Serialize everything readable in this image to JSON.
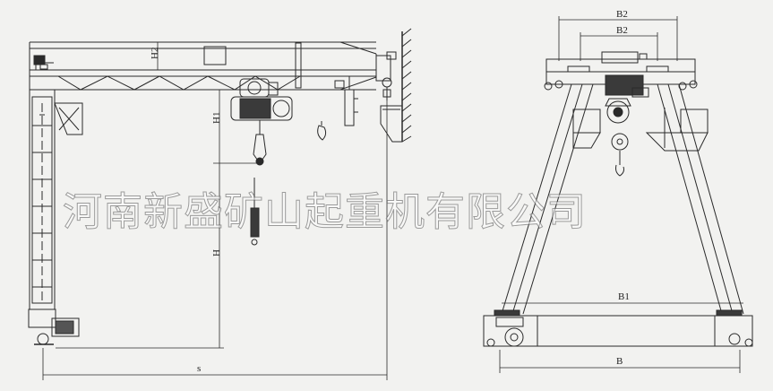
{
  "labels": {
    "h2": "H2",
    "h1": "H1",
    "h": "H",
    "s": "s",
    "b2_upper": "B2",
    "b2_lower": "B2",
    "b1": "B1",
    "b": "B"
  },
  "watermark": "河南新盛矿山起重机有限公司",
  "colors": {
    "line": "#2a2a2a",
    "background": "#f2f2f0"
  }
}
